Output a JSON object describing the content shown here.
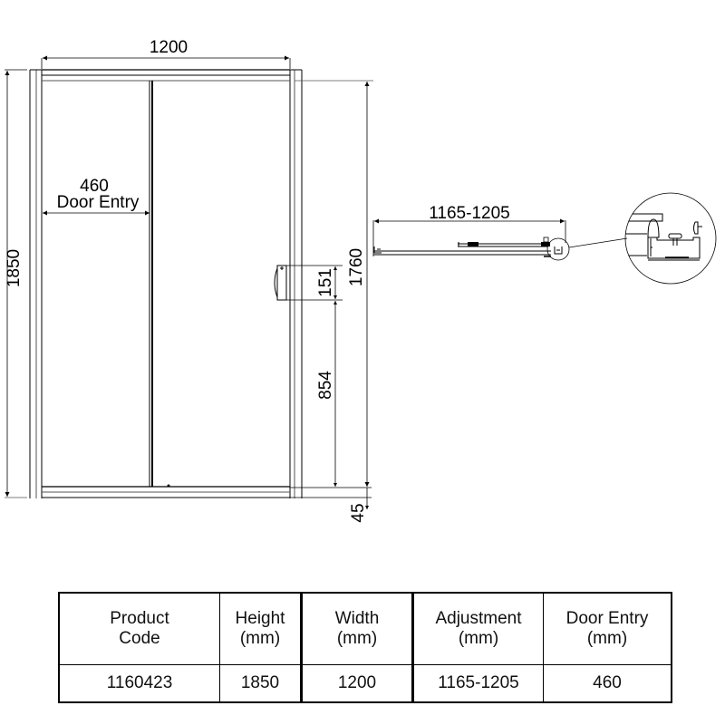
{
  "drawing": {
    "title": "Sliding shower door technical drawing",
    "front_view": {
      "overall_width_label": "1200",
      "overall_height_label": "1850",
      "door_entry_value_label": "460",
      "door_entry_caption": "Door Entry",
      "glass_height_label": "1760",
      "handle_height_label": "151",
      "handle_position_label": "854",
      "bottom_offset_label": "45"
    },
    "plan_view": {
      "adjustment_label": "1165-1205"
    },
    "detail_view": {
      "description": "Magnified detail of door frame profile and roller"
    }
  },
  "spec_table": {
    "headers": [
      {
        "line1": "Product",
        "line2": "Code"
      },
      {
        "line1": "Height",
        "line2": "(mm)"
      },
      {
        "line1": "Width",
        "line2": "(mm)"
      },
      {
        "line1": "Adjustment",
        "line2": "(mm)"
      },
      {
        "line1": "Door Entry",
        "line2": "(mm)"
      }
    ],
    "rows": [
      [
        "1160423",
        "1850",
        "1200",
        "1165-1205",
        "460"
      ]
    ]
  },
  "colors": {
    "line": "#000000",
    "line_light": "#555555",
    "background": "#ffffff"
  }
}
